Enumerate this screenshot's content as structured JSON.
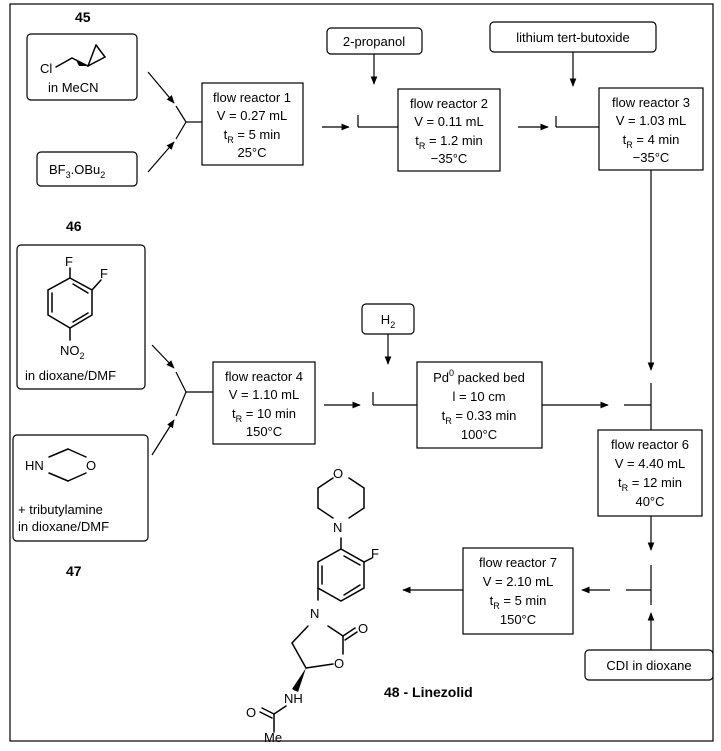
{
  "compounds": {
    "c45": {
      "number": "45",
      "solvent": "in MeCN",
      "atom_cl": "Cl"
    },
    "bf3": {
      "label_main": "BF",
      "sub1": "3",
      "label_mid": ".OBu",
      "sub2": "2"
    },
    "c46": {
      "number": "46",
      "solvent": "in dioxane/DMF",
      "atom_f1": "F",
      "atom_f2": "F",
      "nitro": "NO",
      "nitro_sub": "2"
    },
    "c47": {
      "number": "47",
      "line1": "+ tributylamine",
      "line2": "in dioxane/DMF",
      "atom_hn": "HN",
      "atom_o": "O"
    },
    "product": {
      "label": "48 - Linezolid",
      "atom_n1": "N",
      "atom_o1": "O",
      "atom_f": "F",
      "atom_n2": "N",
      "atom_o2": "O",
      "atom_o3": "O",
      "atom_nh": "NH",
      "atom_o4": "O",
      "atom_me": "Me"
    }
  },
  "reagents": {
    "propanol": "2-propanol",
    "tbuoli": "lithium tert-butoxide",
    "h2": "H",
    "h2_sub": "2",
    "cdi": "CDI in dioxane"
  },
  "reactors": {
    "r1": {
      "title": "flow reactor 1",
      "volume": "V = 0.27 mL",
      "t": "t",
      "t_sub": "R",
      "time": " = 5 min",
      "temp": "25°C"
    },
    "r2": {
      "title": "flow reactor 2",
      "volume": "V = 0.11 mL",
      "t": "t",
      "t_sub": "R",
      "time": " = 1.2 min",
      "temp": "−35°C"
    },
    "r3": {
      "title": "flow reactor 3",
      "volume": "V = 1.03 mL",
      "t": "t",
      "t_sub": "R",
      "time": " = 4 min",
      "temp": "−35°C"
    },
    "r4": {
      "title": "flow reactor 4",
      "volume": "V = 1.10 mL",
      "t": "t",
      "t_sub": "R",
      "time": " = 10 min",
      "temp": "150°C"
    },
    "r5": {
      "title": "Pd",
      "title_sup": "0",
      "title_rest": " packed bed",
      "volume": "l = 10 cm",
      "t": "t",
      "t_sub": "R",
      "time": " = 0.33 min",
      "temp": "100°C"
    },
    "r6": {
      "title": "flow reactor 6",
      "volume": "V = 4.40 mL",
      "t": "t",
      "t_sub": "R",
      "time": " = 12 min",
      "temp": "40°C"
    },
    "r7": {
      "title": "flow reactor 7",
      "volume": "V = 2.10 mL",
      "t": "t",
      "t_sub": "R",
      "time": " = 5 min",
      "temp": "150°C"
    }
  }
}
